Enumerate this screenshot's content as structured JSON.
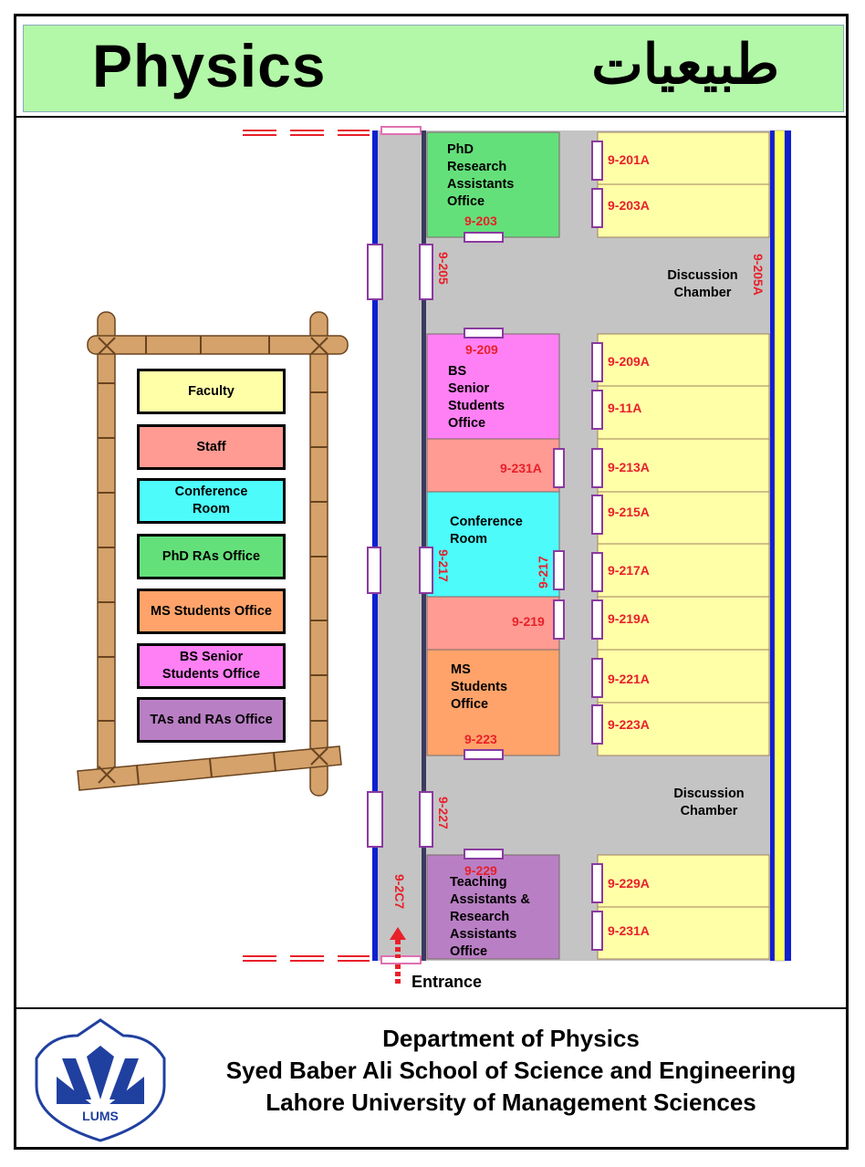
{
  "header": {
    "title": "Physics",
    "title_urdu": "طبیعیات"
  },
  "legend": [
    {
      "label": "Faculty",
      "color": "#ffffa8"
    },
    {
      "label": "Staff",
      "color": "#ff9b93"
    },
    {
      "label": "Conference\nRoom",
      "color": "#4dfbfb"
    },
    {
      "label": "PhD RAs Office",
      "color": "#64e07a"
    },
    {
      "label": "MS Students Office",
      "color": "#ffa36a"
    },
    {
      "label": "BS Senior\nStudents Office",
      "color": "#ff80f4"
    },
    {
      "label": "TAs and RAs Office",
      "color": "#b97fc4"
    }
  ],
  "rooms": {
    "phd": {
      "name": "PhD\nResearch\nAssistants\nOffice",
      "number": "9-203"
    },
    "bs": {
      "name": "BS\nSenior\nStudents\nOffice",
      "number": "9-209"
    },
    "staff1": {
      "number": "9-231A"
    },
    "conf": {
      "name": "Conference\nRoom",
      "number": "9-217"
    },
    "staff2": {
      "number": "9-219"
    },
    "ms": {
      "name": "MS\nStudents\nOffice",
      "number": "9-223"
    },
    "ta": {
      "name": "Teaching\nAssistants &\nResearch\nAssistants\nOffice",
      "number": "9-229"
    }
  },
  "faculty_rooms": [
    "9-201A",
    "9-203A",
    "9-209A",
    "9-11A",
    "9-213A",
    "9-215A",
    "9-217A",
    "9-219A",
    "9-221A",
    "9-223A",
    "9-229A",
    "9-231A"
  ],
  "corridor_labels": {
    "c205": "9-205",
    "c217": "9-217",
    "c227": "9-227",
    "c2c7": "9-2C7",
    "c205a": "9-205A"
  },
  "discussion_chamber": "Discussion\nChamber",
  "entrance": "Entrance",
  "footer": {
    "line1": "Department of Physics",
    "line2": "Syed Baber Ali School of Science and Engineering",
    "line3": "Lahore University of Management Sciences",
    "logo_text": "LUMS"
  },
  "colors": {
    "corridor": "#c4c4c4",
    "faculty": "#ffffa8",
    "staff": "#ff9b93",
    "conference": "#4dfbfb",
    "phd": "#64e07a",
    "ms": "#ffa36a",
    "bs": "#ff80f4",
    "ta": "#b97fc4",
    "wall_blue": "#1020d0",
    "door": "#8a3aa0",
    "number_red": "#e8202a",
    "bamboo": "#d4a26a",
    "header_bg": "#b3f7a8",
    "logo_blue": "#2040a0"
  }
}
